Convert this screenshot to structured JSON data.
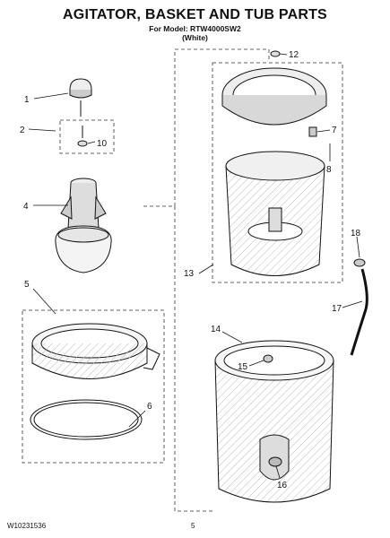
{
  "header": {
    "title": "AGITATOR, BASKET AND TUB PARTS",
    "model_line": "For Model: RTW4000SW2",
    "color_line": "(White)"
  },
  "callouts": [
    "1",
    "2",
    "10",
    "4",
    "5",
    "6",
    "12",
    "7",
    "8",
    "13",
    "18",
    "17",
    "14",
    "15",
    "16"
  ],
  "footer": {
    "doc_number": "W10231536",
    "page_number": "5"
  }
}
